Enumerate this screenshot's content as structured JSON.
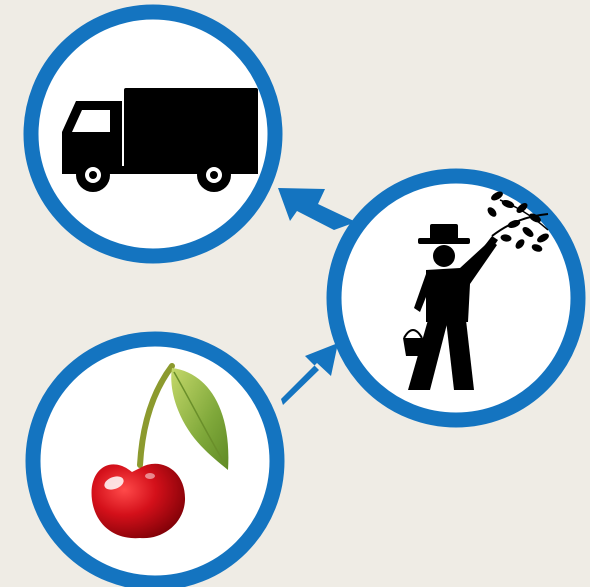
{
  "diagram": {
    "background_color": "#efece5",
    "ring_color": "#1474c0",
    "arrow_color": "#1474c0",
    "icon_color": "#000000",
    "nodes": [
      {
        "id": "truck",
        "icon": "delivery-truck-icon"
      },
      {
        "id": "picker",
        "icon": "fruit-picker-icon"
      },
      {
        "id": "cherry",
        "icon": "cherry-icon"
      }
    ],
    "edges": [
      {
        "from": "cherry",
        "to": "picker"
      },
      {
        "from": "picker",
        "to": "truck"
      }
    ],
    "cherry_colors": {
      "fruit": "#d4101a",
      "fruit_dark": "#8a0208",
      "leaf": "#7fa83a",
      "leaf_light": "#b3cf5e",
      "stem": "#8c9a2e"
    }
  }
}
